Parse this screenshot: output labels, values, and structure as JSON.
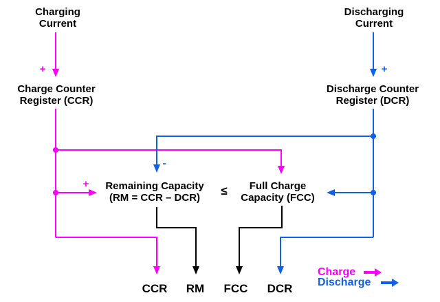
{
  "colors": {
    "charge": "#FF00FF",
    "discharge": "#1060E8",
    "text": "#000000",
    "background": "#FFFFFF"
  },
  "nodes": {
    "charging_current": {
      "line1": "Charging",
      "line2": "Current"
    },
    "discharging_current": {
      "line1": "Discharging",
      "line2": "Current"
    },
    "charge_counter_register": {
      "line1": "Charge Counter",
      "line2": "Register (CCR)"
    },
    "discharge_counter_register": {
      "line1": "Discharge Counter",
      "line2": "Register (DCR)"
    },
    "remaining_capacity": {
      "line1": "Remaining Capacity",
      "line2": "(RM = CCR – DCR)"
    },
    "full_charge_capacity": {
      "line1": "Full Charge",
      "line2": "Capacity (FCC)"
    },
    "comparator_symbol": "≤"
  },
  "sign_labels": {
    "charging_plus": "+",
    "discharging_plus": "+",
    "remaining_plus": "+",
    "remaining_minus": "-"
  },
  "outputs": {
    "ccr": "CCR",
    "rm": "RM",
    "fcc": "FCC",
    "dcr": "DCR"
  },
  "legend": {
    "charge_label": "Charge",
    "discharge_label": "Discharge"
  }
}
